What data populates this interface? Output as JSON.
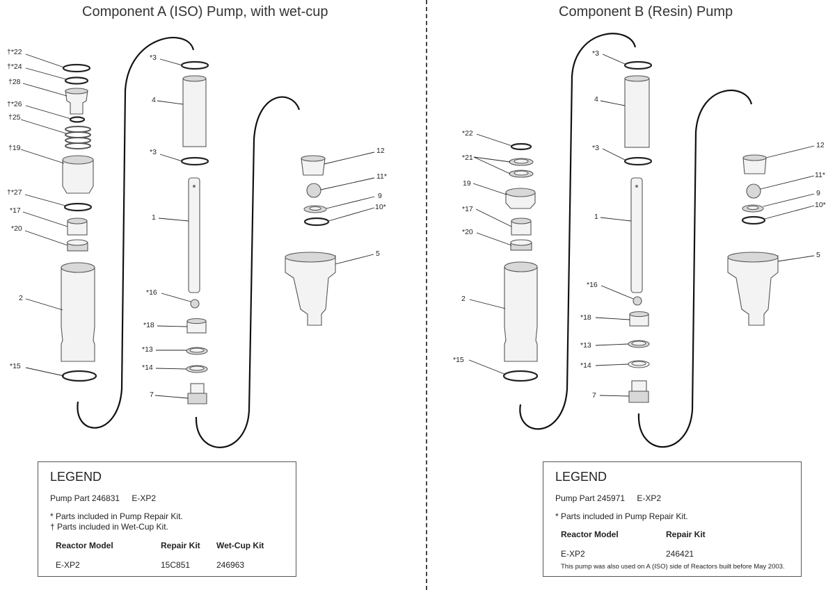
{
  "titles": {
    "component_a": "Component A (ISO) Pump, with wet-cup",
    "component_b": "Component B (Resin) Pump"
  },
  "component_a": {
    "labels": {
      "a22": "†*22",
      "a24": "†*24",
      "a28": "†28",
      "a26": "†*26",
      "a25": "†25",
      "a19": "†19",
      "a27": "†*27",
      "a17": "*17",
      "a20": "*20",
      "a2": "2",
      "a15": "*15",
      "a3top": "*3",
      "a4": "4",
      "a3low": "*3",
      "a1": "1",
      "a16": "*16",
      "a18": "*18",
      "a13": "*13",
      "a14": "*14",
      "a7": "7",
      "a12": "12",
      "a11": "11*",
      "a9": "9",
      "a10": "10*",
      "a5": "5"
    },
    "legend": {
      "title": "LEGEND",
      "pump_part": "Pump Part 246831",
      "pump_model": "E-XP2",
      "note_repair": "* Parts included in Pump Repair Kit.",
      "note_wetcup": "† Parts included in Wet-Cup Kit.",
      "headers": {
        "reactor_model": "Reactor Model",
        "repair_kit": "Repair Kit",
        "wet_cup_kit": "Wet-Cup Kit"
      },
      "row": {
        "reactor_model": "E-XP2",
        "repair_kit": "15C851",
        "wet_cup_kit": "246963"
      }
    }
  },
  "component_b": {
    "labels": {
      "b22": "*22",
      "b21": "*21",
      "b19": "19",
      "b17": "*17",
      "b20": "*20",
      "b2": "2",
      "b15": "*15",
      "b3top": "*3",
      "b4": "4",
      "b3low": "*3",
      "b1": "1",
      "b16": "*16",
      "b18": "*18",
      "b13": "*13",
      "b14": "*14",
      "b7": "7",
      "b12": "12",
      "b11": "11*",
      "b9": "9",
      "b10": "10*",
      "b5": "5"
    },
    "legend": {
      "title": "LEGEND",
      "pump_part": "Pump Part 245971",
      "pump_model": "E-XP2",
      "note_repair": "* Parts included in Pump Repair Kit.",
      "headers": {
        "reactor_model": "Reactor Model",
        "repair_kit": "Repair Kit"
      },
      "row": {
        "reactor_model": "E-XP2",
        "repair_kit": "246421"
      },
      "footnote": "This pump was also used on A (ISO) side of Reactors built before May 2003."
    }
  }
}
